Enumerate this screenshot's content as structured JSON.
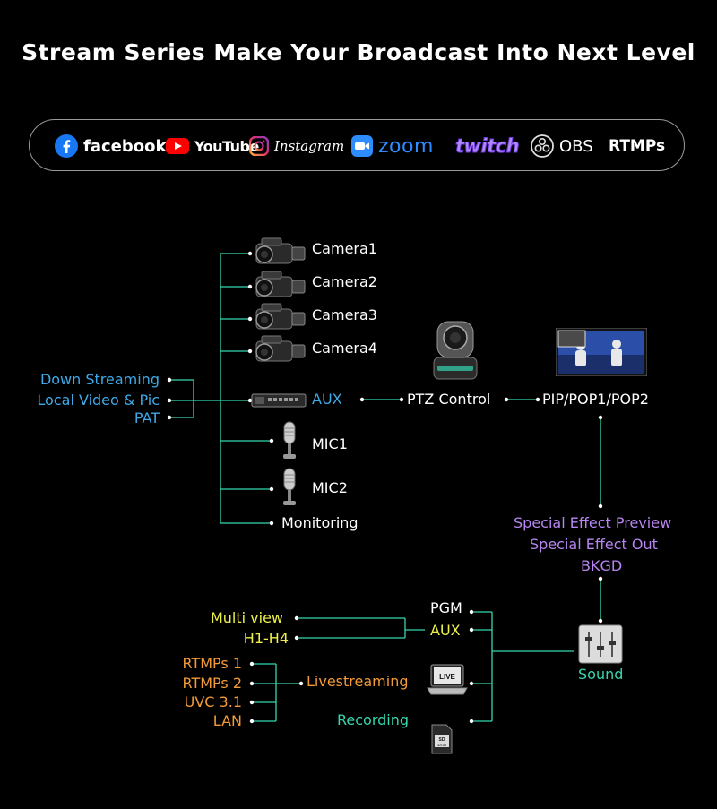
{
  "title": "Stream Series Make Your Broadcast Into Next Level",
  "brands": {
    "facebook": "facebook",
    "youtube": "YouTube",
    "instagram": "Instagram",
    "zoom": "zoom",
    "twitch": "twitch",
    "obs": "OBS",
    "rtmps": "RTMPs"
  },
  "inputs": {
    "camera1": "Camera1",
    "camera2": "Camera2",
    "camera3": "Camera3",
    "camera4": "Camera4",
    "aux": "AUX",
    "mic1": "MIC1",
    "mic2": "MIC2",
    "monitoring": "Monitoring"
  },
  "left_sources": [
    "Down Streaming",
    "Local Video & Pic",
    "PAT"
  ],
  "ptz_control": "PTZ Control",
  "pip": "PIP/POP1/POP2",
  "effects": [
    "Special Effect Preview",
    "Special Effect Out",
    "BKGD"
  ],
  "sound": "Sound",
  "outputs": {
    "pgm": "PGM",
    "aux": "AUX",
    "multiview": "Multi view",
    "h1h4": "H1-H4",
    "livestreaming": "Livestreaming",
    "recording": "Recording",
    "stream_targets": [
      "RTMPs 1",
      "RTMPs 2",
      "UVC 3.1",
      "LAN"
    ]
  },
  "device_text": {
    "live_badge": "LIVE",
    "sd_label": "SD",
    "sd_size": "32GB"
  },
  "colors": {
    "background": "#000000",
    "connector": "#35d6b0",
    "input_blue": "#3fa9e8",
    "effect_purple": "#b685f0",
    "output_yellow": "#eef04a",
    "stream_orange": "#f39a3a"
  }
}
